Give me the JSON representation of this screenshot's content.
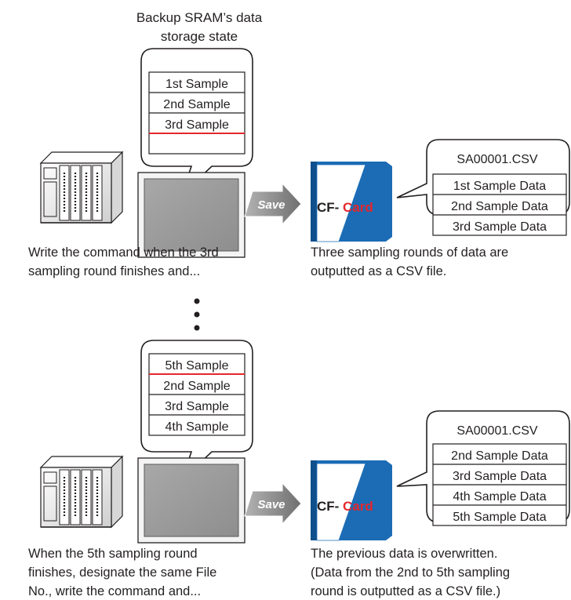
{
  "top": {
    "header": [
      "Backup SRAM’s data",
      "storage state"
    ],
    "sram_rows": [
      "1st Sample",
      "2nd Sample",
      "3rd Sample"
    ],
    "save_label": "Save",
    "card_label_cf": "CF-",
    "card_label_card": "Card",
    "file_name": "SA00001.CSV",
    "csv_rows": [
      "1st Sample Data",
      "2nd Sample Data",
      "3rd Sample Data"
    ],
    "left_caption": [
      "Write the command when the 3rd",
      "sampling round finishes and..."
    ],
    "right_caption": [
      "Three sampling rounds of data are",
      "outputted as a CSV file."
    ]
  },
  "bottom": {
    "sram_rows": [
      "5th Sample",
      "2nd Sample",
      "3rd Sample",
      "4th Sample"
    ],
    "save_label": "Save",
    "card_label_cf": "CF-",
    "card_label_card": "Card",
    "file_name": "SA00001.CSV",
    "csv_rows": [
      "2nd Sample Data",
      "3rd Sample Data",
      "4th Sample Data",
      "5th Sample Data"
    ],
    "left_caption": [
      "When the 5th sampling round",
      "finishes, designate the same File",
      "No., write the command and..."
    ],
    "right_caption": [
      "The previous data is overwritten.",
      "(Data from the 2nd to 5th sampling",
      "round is outputted as a CSV file.)"
    ]
  },
  "colors": {
    "card_blue": "#1b6cb5",
    "card_label_red": "#e3272d",
    "write_marker_red": "#e3272d",
    "screen_gray": "#9c9c9c",
    "save_arrow_gray": "#8c8c8c"
  },
  "icons": {
    "plc": "plc-unit-icon",
    "display": "touch-panel-display-icon",
    "card": "cf-card-icon",
    "arrow": "save-arrow-icon"
  }
}
